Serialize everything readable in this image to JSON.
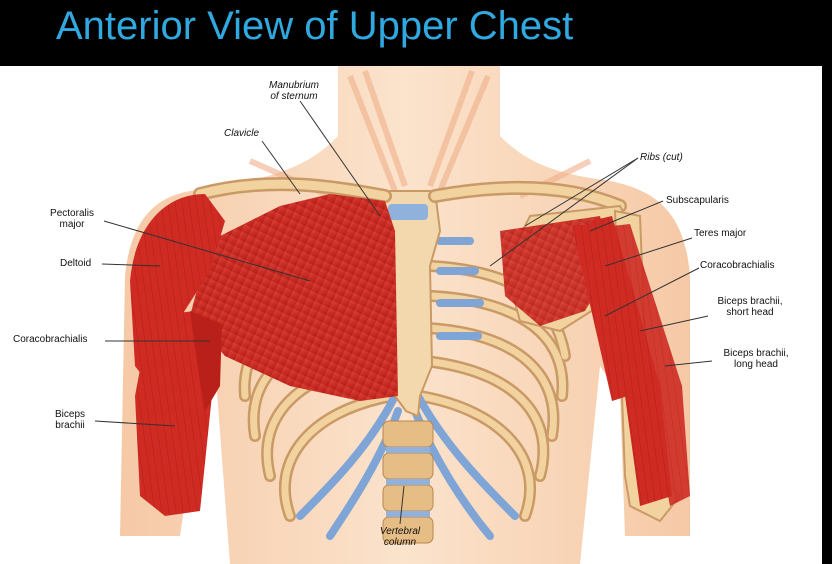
{
  "title": "Anterior View of Upper Chest",
  "colors": {
    "background": "#000000",
    "title": "#2FA9DF",
    "panel": "#ffffff",
    "muscle": "#d42a24",
    "muscle_dark": "#9e1813",
    "bone": "#f2d3a0",
    "cartilage": "#8fb1dc",
    "skin": "#f4c4a3"
  },
  "labels": {
    "manubrium": "Manubrium\nof sternum",
    "clavicle": "Clavicle",
    "ribs_cut": "Ribs (cut)",
    "subscapularis": "Subscapularis",
    "pectoralis_major": "Pectoralis\nmajor",
    "teres_major": "Teres major",
    "deltoid": "Deltoid",
    "coracobrachialis_right": "Coracobrachialis",
    "coracobrachialis_left": "Coracobrachialis",
    "biceps_short": "Biceps brachii,\nshort head",
    "biceps_long": "Biceps brachii,\nlong head",
    "biceps_brachii": "Biceps\nbrachii",
    "vertebral_column": "Vertebral\ncolumn"
  }
}
